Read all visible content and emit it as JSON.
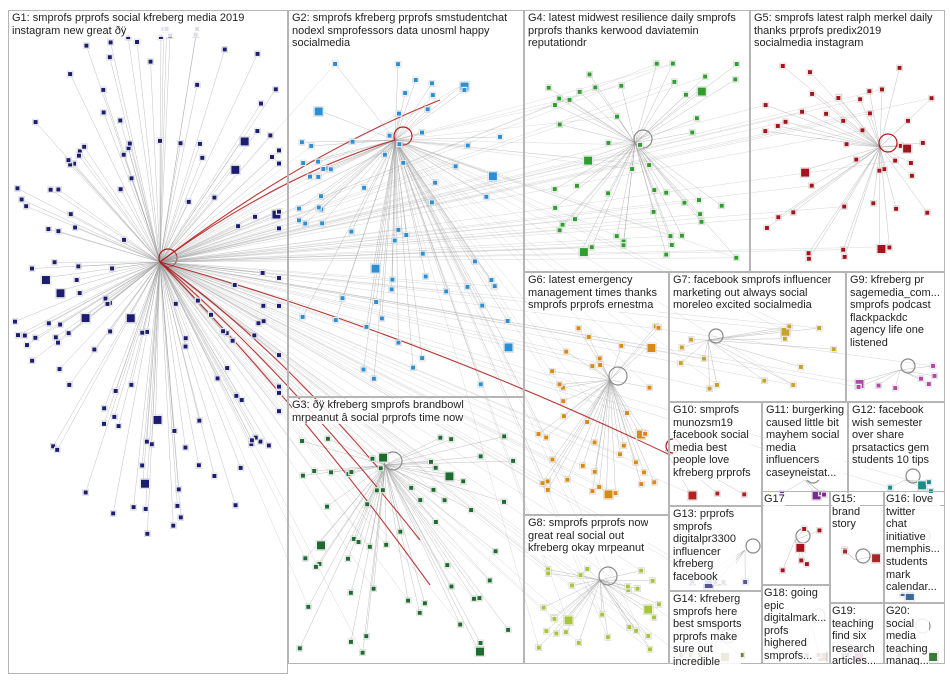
{
  "groups": [
    {
      "id": "G1",
      "label": "G1: smprofs prprofs social kfreberg media 2019\ninstagram new great ðÿ"
    },
    {
      "id": "G2",
      "label": "G2: smprofs kfreberg prprofs smstudentchat\nnodexl smprofessors data unosml happy\nsocialmedia"
    },
    {
      "id": "G3",
      "label": "G3: ðÿ kfreberg smprofs brandbowl\nmrpeanut â social prprofs time now"
    },
    {
      "id": "G4",
      "label": "G4: latest midwest resilience daily smprofs\nprprofs thanks kerwood daviatemin\nreputationdr"
    },
    {
      "id": "G5",
      "label": "G5: smprofs latest ralph merkel daily\nthanks prprofs predix2019\nsocialmedia instagram"
    },
    {
      "id": "G6",
      "label": "G6: latest emergency\nmanagement times thanks\nsmprofs prprofs ernestma"
    },
    {
      "id": "G7",
      "label": "G7: facebook smprofs influencer\nmarketing out always social\nmoreleo excited socialmedia"
    },
    {
      "id": "G8",
      "label": "G8: smprofs prprofs now\ngreat real social out\nkfreberg okay mrpeanut"
    },
    {
      "id": "G9",
      "label": "G9: kfreberg pr\nsagemedia_com...\nsmprofs podcast\nflackpackdc\nagency life one\nlistened"
    },
    {
      "id": "G10",
      "label": "G10: smprofs\nmunozsm19\nfacebook social\nmedia best\npeople love\nkfreberg prprofs"
    },
    {
      "id": "G11",
      "label": "G11: burgerking\ncaused little bit\nmayhem social\nmedia\ninfluencers\ncaseyneistat..."
    },
    {
      "id": "G12",
      "label": "G12: facebook\nwish semester\nover share\nprsatactics gem\nstudents 10 tips"
    },
    {
      "id": "G13",
      "label": "G13: prprofs\nsmprofs\ndigitalpr3300\ninfluencer\nkfreberg\nfacebook"
    },
    {
      "id": "G14",
      "label": "G14: kfreberg\nsmprofs here\nbest smsports\nprprofs make\nsure out\nincredible"
    },
    {
      "id": "G15",
      "label": "G15:\nbrand\nstory"
    },
    {
      "id": "G16",
      "label": "G16: love\ntwitter\nchat\ninitiative\nmemphis...\nstudents\nmark\ncalendar..."
    },
    {
      "id": "G17",
      "label": "G17"
    },
    {
      "id": "G18",
      "label": "G18: going\nepic\ndigitalmark...\nprofs\nhighered\nsmprofs..."
    },
    {
      "id": "G19",
      "label": "G19:\nteaching\nfind six\nresearch\narticles..."
    },
    {
      "id": "G20",
      "label": "G20:\nsocial\nmedia\nteaching\nmanag..."
    }
  ],
  "colors": {
    "G1": "#1c1c70",
    "G2": "#2b8fd1",
    "G3": "#1d6b2e",
    "G4": "#2f9e2f",
    "G5": "#a3141c",
    "G6": "#d98a12",
    "G7": "#c7a32a",
    "G8": "#a8c43c",
    "G9": "#b04aa8",
    "G10": "#b22222",
    "G11": "#7a2a8a",
    "G12": "#1a8a8a",
    "G13": "#555599",
    "G14": "#7a7a2a",
    "G15": "#a32a2a",
    "G16": "#3a6a9a",
    "G17": "#a3141c",
    "G18": "#8a5a2a",
    "G19": "#9a3a7a",
    "G20": "#3a7a3a",
    "edge": "#9c9c9c",
    "hub_edge": "#b01818",
    "panel_border": "#b5b5b5"
  }
}
